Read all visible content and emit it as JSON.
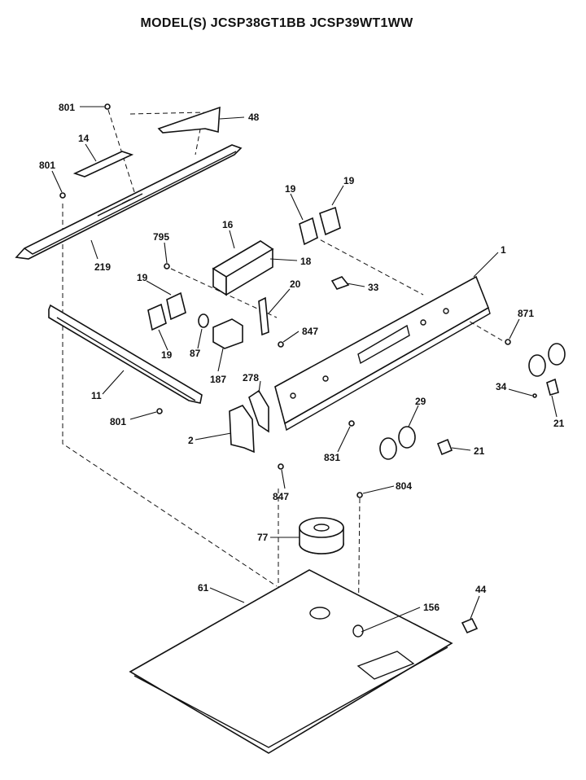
{
  "title": "MODEL(S) JCSP38GT1BB  JCSP39WT1WW",
  "parts": {
    "p801a": "801",
    "p48": "48",
    "p14": "14",
    "p801b": "801",
    "p219": "219",
    "p795": "795",
    "p16": "16",
    "p18": "18",
    "p19a": "19",
    "p19b": "19",
    "p19c": "19",
    "p19d": "19",
    "p1": "1",
    "p33": "33",
    "p20": "20",
    "p871": "871",
    "p87": "87",
    "p187": "187",
    "p11": "11",
    "p847a": "847",
    "p278": "278",
    "p801c": "801",
    "p2": "2",
    "p831": "831",
    "p847b": "847",
    "p29": "29",
    "p21a": "21",
    "p34": "34",
    "p21b": "21",
    "p804": "804",
    "p77": "77",
    "p61": "61",
    "p156": "156",
    "p44": "44"
  }
}
